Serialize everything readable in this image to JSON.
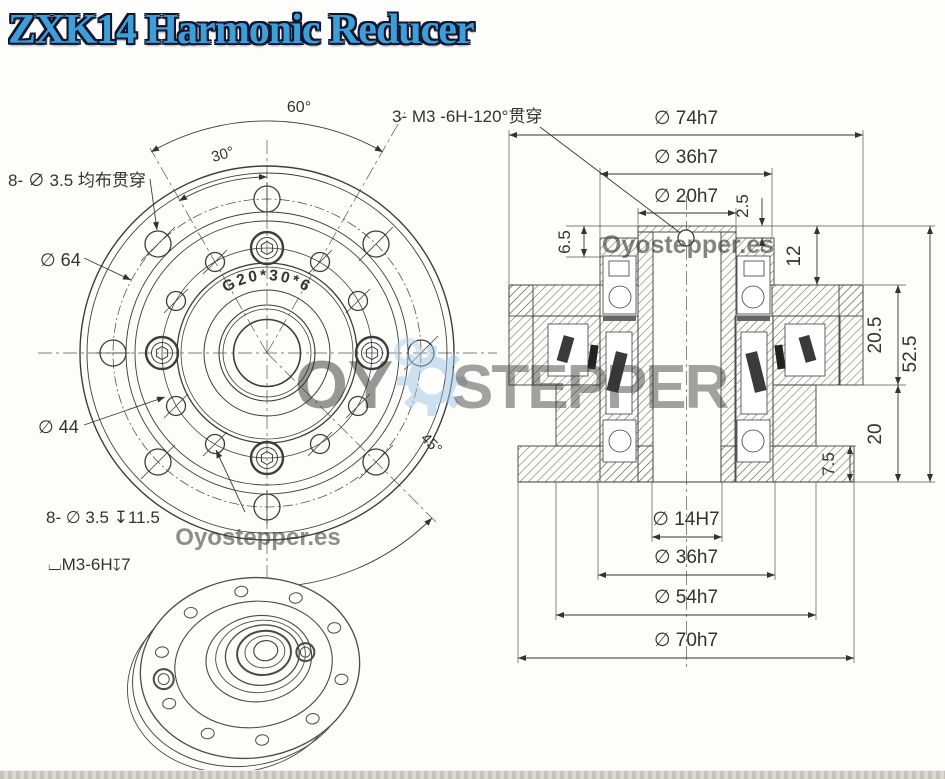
{
  "title": "ZXK14 Harmonic Reducer",
  "watermark": {
    "site": "Oyostepper.es",
    "big_left": "OY",
    "big_right": "STEPPER"
  },
  "front_view": {
    "angle_60": "60°",
    "angle_30": "30°",
    "angle_45": "45°",
    "callout_holes_top": "8- ∅ 3.5 均布贯穿",
    "dia_outer_bolt_circle": "∅ 64",
    "dia_inner_bolt_circle": "∅ 44",
    "callout_holes_bottom": "8- ∅ 3.5 ↧11.5",
    "callout_thread_bottom": "⌴M3-6H↧7",
    "engraved_mark": "G20*30*6"
  },
  "section_view": {
    "callout_m3": "3- M3 -6H-120°贯穿",
    "top_dims": {
      "d74": "∅ 74h7",
      "d36": "∅ 36h7",
      "d20": "∅ 20h7",
      "t2_5": "2.5"
    },
    "side_dims": {
      "t6_5": "6.5",
      "t12": "12",
      "t20_5": "20.5",
      "t52_5": "52.5",
      "t20": "20",
      "t7_5": "7.5"
    },
    "bottom_dims": {
      "d14": "∅ 14H7",
      "d36b": "∅ 36h7",
      "d54": "∅ 54h7",
      "d70": "∅ 70h7"
    }
  }
}
